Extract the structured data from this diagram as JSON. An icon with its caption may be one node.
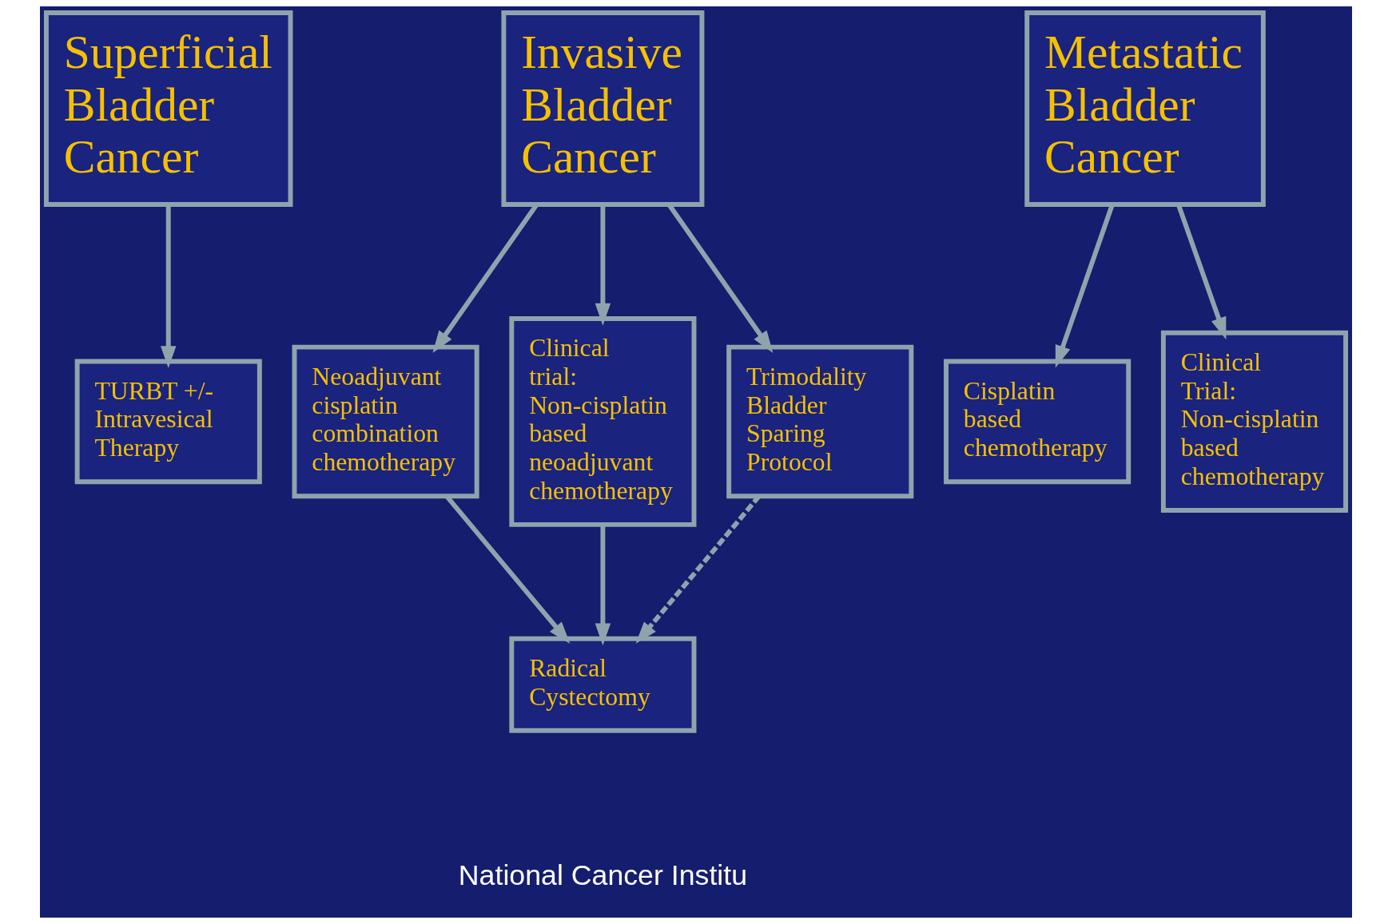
{
  "diagram": {
    "nodes": [
      {
        "text": [
          "Superficial Bladder Cancer"
        ]
      },
      {
        "text": [
          "Invasive Bladder Cancer"
        ]
      },
      {
        "text": [
          "Metastatic Bladder Cancer"
        ]
      },
      {
        "text": [
          "TURBT +/- Intravesical Therapy"
        ]
      },
      {
        "text": [
          "Neoadjuvant cisplatin combination chemotherapy"
        ]
      },
      {
        "text": [
          "Clinical trial: Non-cisplatin based neoadjuvant chemotherapy"
        ]
      },
      {
        "text": [
          "Trimodality Bladder Sparing Protocol"
        ]
      },
      {
        "text": [
          "Cisplatin based chemotherapy"
        ]
      },
      {
        "text": [
          "Clinical Trial: Non-cisplatin based chemotherapy"
        ]
      },
      {
        "text": [
          "Radical Cystectomy"
        ]
      }
    ],
    "edges": [
      {
        "from": 0,
        "to": 3,
        "arrow": "to"
      },
      {
        "from": 1,
        "to": 4,
        "arrow": "to"
      },
      {
        "from": 1,
        "to": 5,
        "arrow": "to"
      },
      {
        "from": 1,
        "to": 6,
        "arrow": "to"
      },
      {
        "from": 2,
        "to": 7,
        "arrow": "to"
      },
      {
        "from": 2,
        "to": 8,
        "arrow": "to"
      },
      {
        "from": 4,
        "to": 9,
        "arrow": "to"
      },
      {
        "from": 5,
        "to": 9,
        "arrow": "to"
      },
      {
        "from": 6,
        "to": 9,
        "arrow": "to",
        "style": "dashed"
      }
    ],
    "labels": [
      "National Cancer Institu"
    ]
  }
}
